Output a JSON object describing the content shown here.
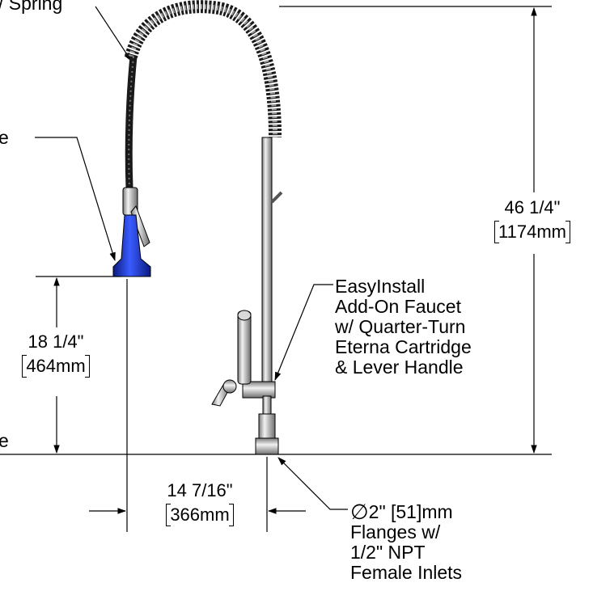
{
  "colors": {
    "ink": "#000000",
    "hose": "#1a1a1a",
    "metal_light": "#d9d9d9",
    "metal_mid": "#a6a6a6",
    "metal_dark": "#555555",
    "spray_head_blue": "#1f3fd6",
    "spray_head_dark_blue": "#0a1a80"
  },
  "callouts": {
    "spring": "/ Spring",
    "valve": "e",
    "base": "e",
    "faucet": [
      "EasyInstall",
      "Add-On Faucet",
      "w/ Quarter-Turn",
      "Eterna Cartridge",
      "& Lever Handle"
    ],
    "flange_diameter": "2\" [51]mm",
    "flange_rest": [
      "Flanges w/",
      "1/2\" NPT",
      "Female Inlets"
    ]
  },
  "dimensions": {
    "overall_height_in": "46 1/4\"",
    "overall_height_mm": "1174mm",
    "spray_height_in": "18 1/4\"",
    "spray_height_mm": "464mm",
    "reach_in": "14 7/16\"",
    "reach_mm": "366mm"
  },
  "icons": {
    "diameter": "diameter-symbol-icon"
  }
}
